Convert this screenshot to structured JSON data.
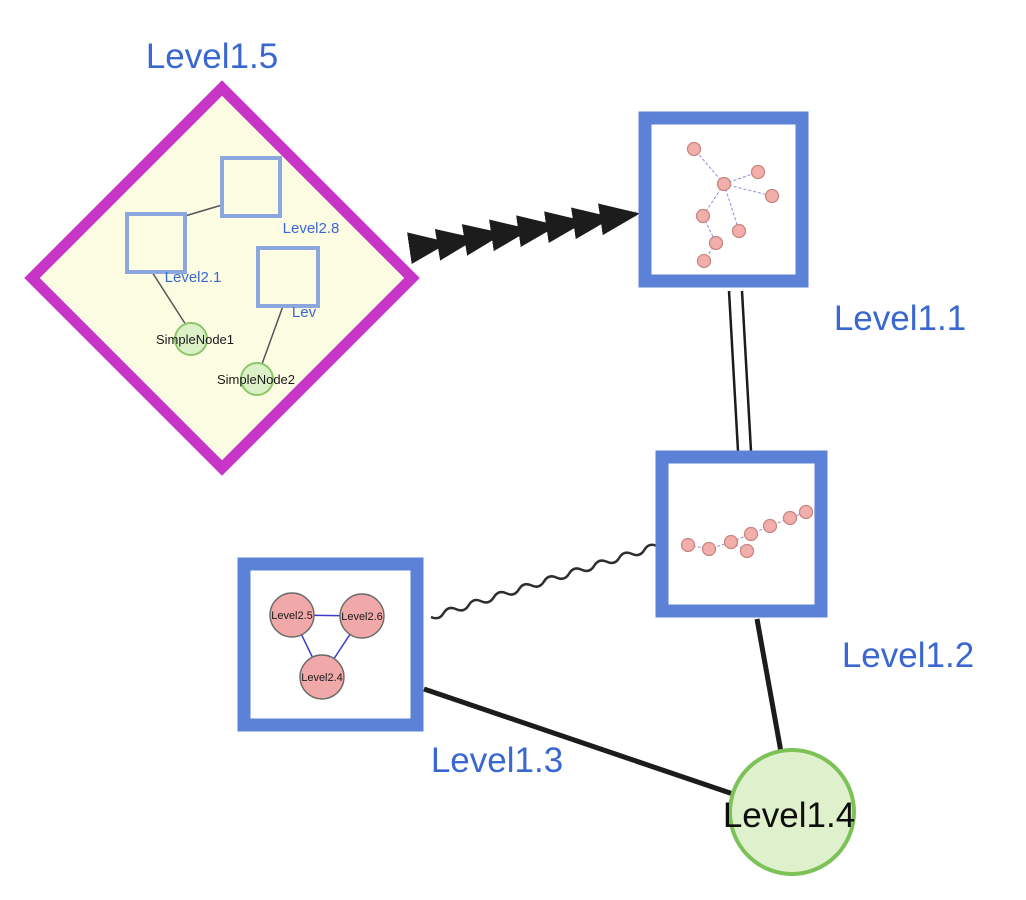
{
  "colors": {
    "label_blue": "#3a67d2",
    "magenta": "#c735c7",
    "group_blue": "#5b82d7",
    "pale_yellow": "#fcfce3",
    "green_fill": "#dcf0c8",
    "green_border": "#8cc868",
    "pink_fill": "#f2aeaa",
    "pink_border": "#c98680",
    "edge_dark": "#1c1c1c"
  },
  "nodes": {
    "level15": {
      "label": "Level1.5",
      "shape": "diamond-group"
    },
    "level11": {
      "label": "Level1.1",
      "shape": "square-group"
    },
    "level12": {
      "label": "Level1.2",
      "shape": "square-group"
    },
    "level13": {
      "label": "Level1.3",
      "shape": "square-group"
    },
    "level14": {
      "label": "Level1.4",
      "shape": "circle"
    }
  },
  "level15_children": {
    "level28": {
      "label": "Level2.8"
    },
    "level21": {
      "label": "Level2.1"
    },
    "lev": {
      "label": "Lev"
    },
    "simplenode1": {
      "label": "SimpleNode1"
    },
    "simplenode2": {
      "label": "SimpleNode2"
    }
  },
  "level13_children": {
    "level25": {
      "label": "Level2.5"
    },
    "level26": {
      "label": "Level2.6"
    },
    "level24": {
      "label": "Level2.4"
    }
  },
  "edges": [
    {
      "from": "Level1.5",
      "to": "Level1.1",
      "style": "dashed-arrows"
    },
    {
      "from": "Level1.1",
      "to": "Level1.2",
      "style": "double-line"
    },
    {
      "from": "Level1.3",
      "to": "Level1.2",
      "style": "wavy"
    },
    {
      "from": "Level1.3",
      "to": "Level1.4",
      "style": "solid"
    },
    {
      "from": "Level1.2",
      "to": "Level1.4",
      "style": "solid"
    }
  ]
}
